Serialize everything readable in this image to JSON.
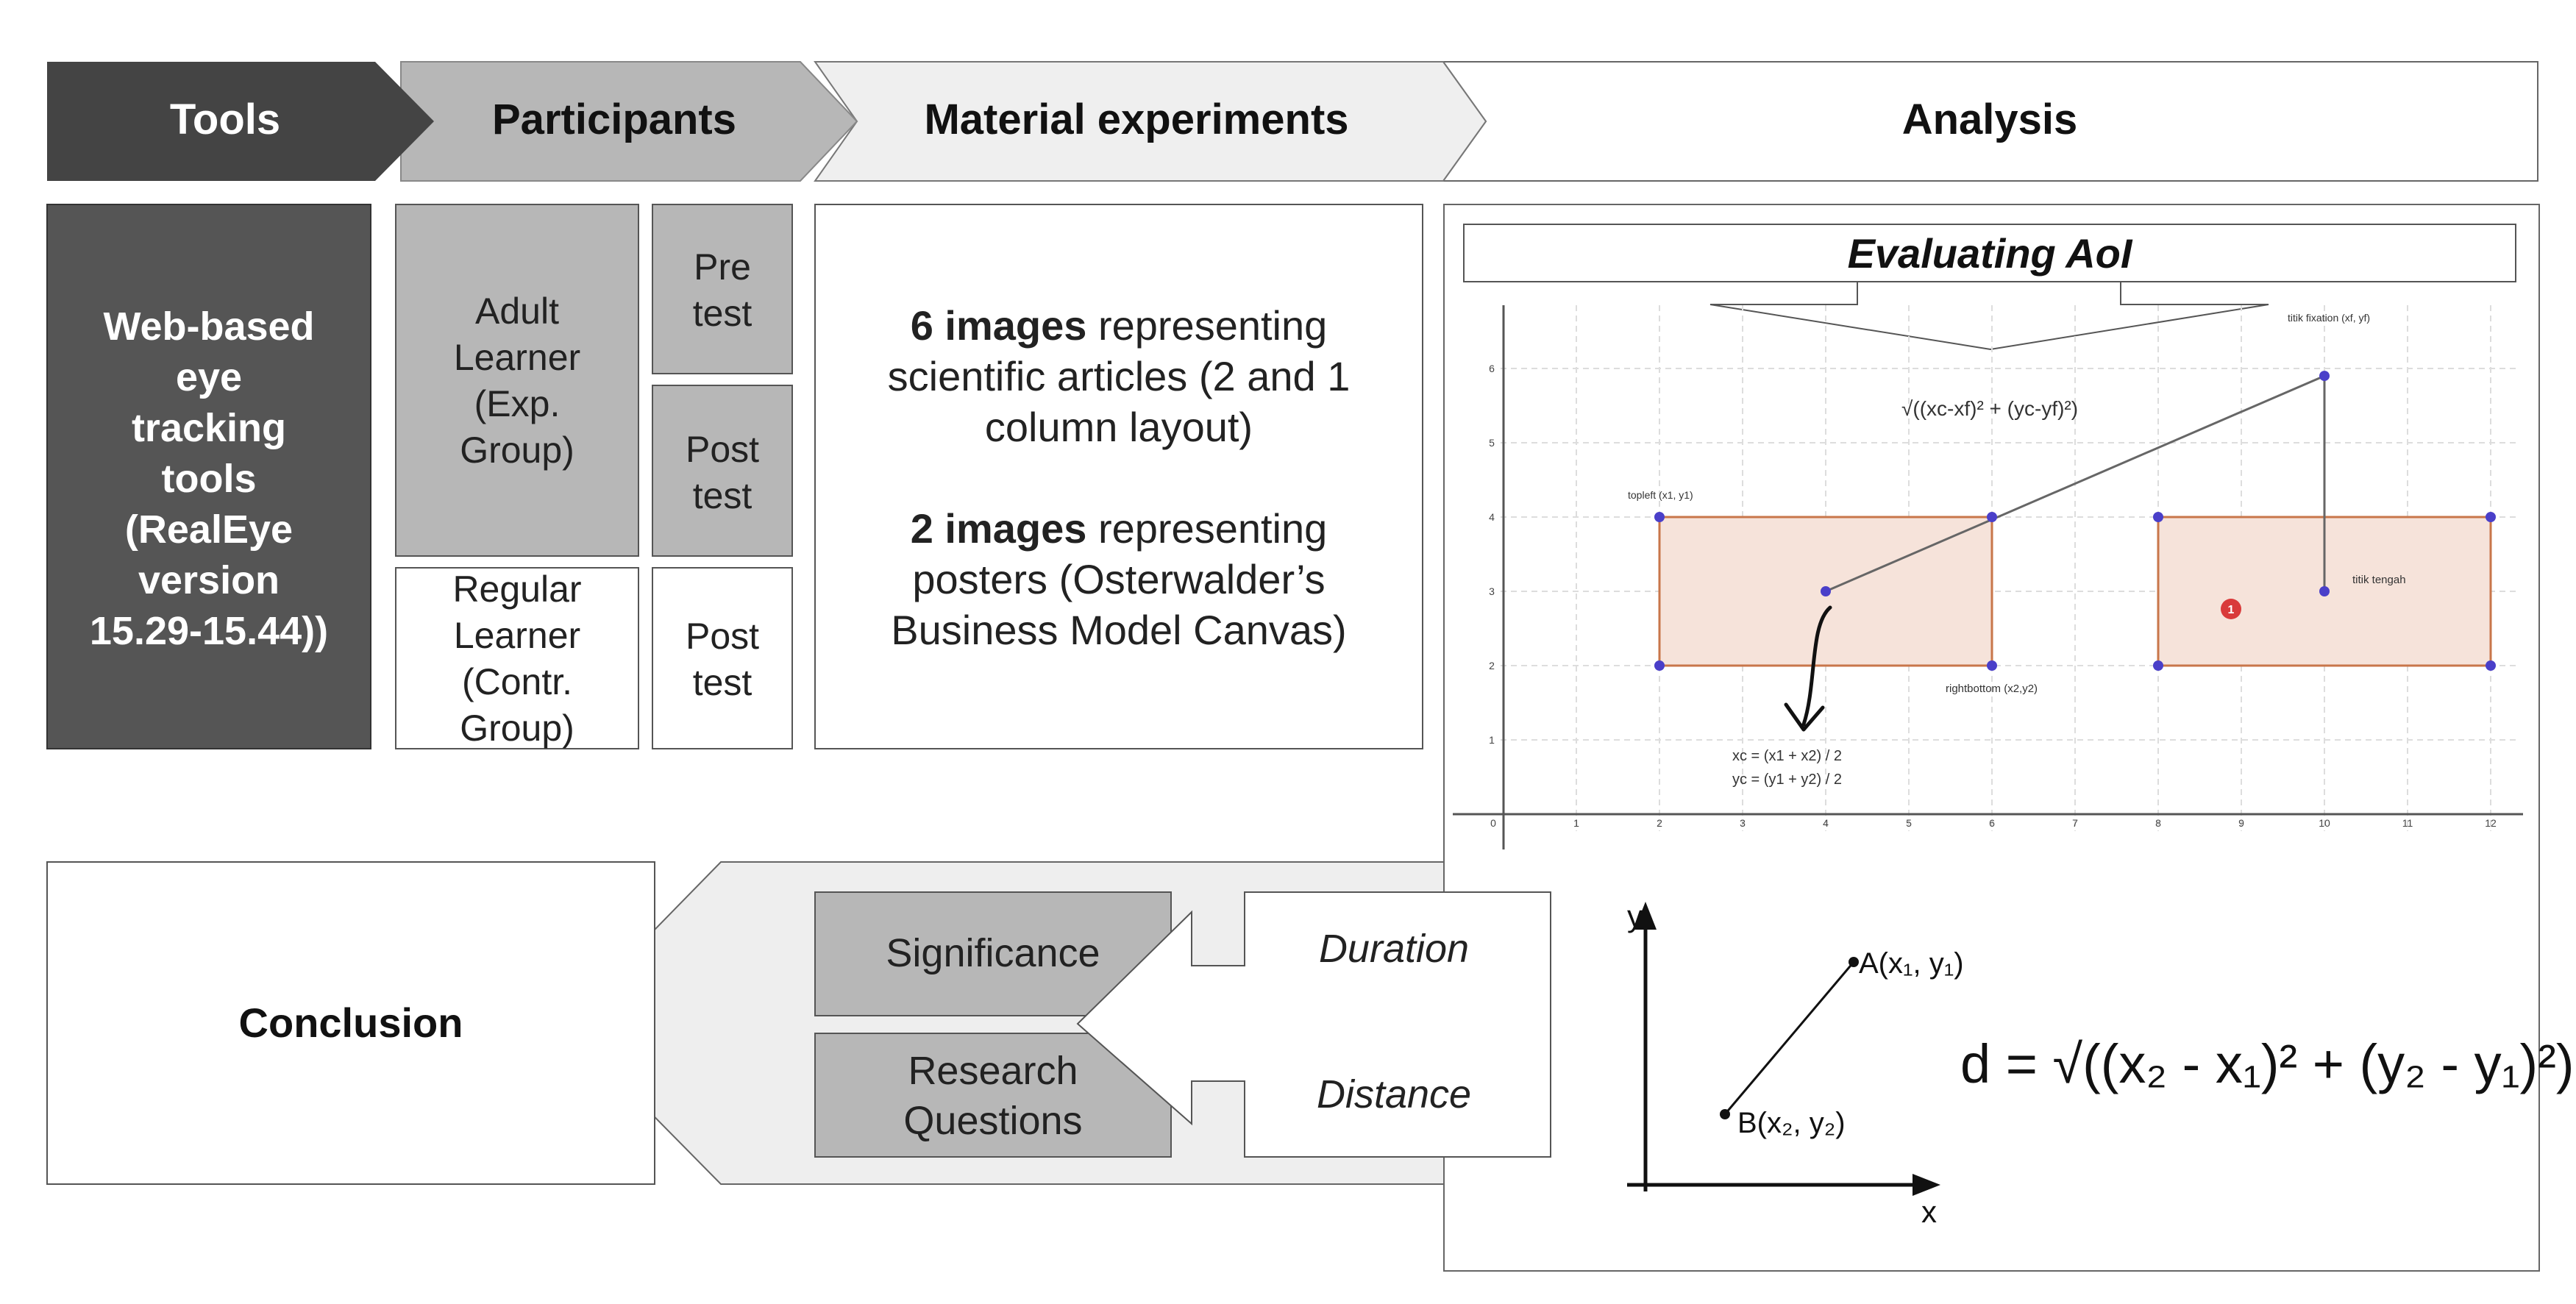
{
  "header": {
    "tools": "Tools",
    "participants": "Participants",
    "material": "Material experiments",
    "analysis": "Analysis"
  },
  "tools_box": {
    "lines": [
      "Web-based",
      "eye",
      "tracking",
      "tools",
      "(RealEye",
      "version",
      "15.29-15.44))"
    ]
  },
  "participants": {
    "adult": [
      "Adult",
      "Learner",
      "(Exp.",
      "Group)"
    ],
    "regular": [
      "Regular",
      "Learner",
      "(Contr.",
      "Group)"
    ],
    "pre_test": [
      "Pre",
      "test"
    ],
    "post_test_exp": [
      "Post",
      "test"
    ],
    "post_test_contr": [
      "Post",
      "test"
    ]
  },
  "material": {
    "p1_bold": "6 images",
    "p1_line1_rest": " representing",
    "p1_line2": "scientific articles (2 and 1",
    "p1_line3": "column layout)",
    "p2_bold": "2 images",
    "p2_line1_rest": " representing",
    "p2_line2": "posters (Osterwalder’s",
    "p2_line3": "Business Model Canvas)"
  },
  "analysis": {
    "aoi_title": "Evaluating AoI",
    "formula_top": "√((xc-xf)² + (yc-yf)²)",
    "label_topleft": "topleft (x1, y1)",
    "label_rightbottom": "rightbottom (x2,y2)",
    "label_fixation": "titik fixation (xf, yf)",
    "label_tengah": "titik tengah",
    "badge": "1",
    "xc_formula": "xc = (x1 + x2) / 2",
    "yc_formula": "yc = (y1 + y2) / 2",
    "x_ticks": [
      "0",
      "1",
      "2",
      "3",
      "4",
      "5",
      "6",
      "7",
      "8",
      "9",
      "10",
      "11",
      "12"
    ],
    "y_ticks": [
      "1",
      "2",
      "3",
      "4",
      "5",
      "6"
    ],
    "axis_y": "y",
    "axis_x": "x",
    "point_a": "A(x₁, y₁)",
    "point_b": "B(x₂, y₂)",
    "distance_formula": "d = √((x₂ - x₁)² + (y₂ - y₁)²)"
  },
  "bottom": {
    "conclusion": "Conclusion",
    "significance": "Significance",
    "research_questions": [
      "Research",
      "Questions"
    ],
    "duration": "Duration",
    "distance": "Distance"
  },
  "colors": {
    "dark": "#555555",
    "mid": "#b7b7b7",
    "light": "#efefef",
    "aoi_fill": "#f6e3da",
    "aoi_stroke": "#c8764a",
    "point": "#4a3fc9",
    "badge": "#d93a3a"
  }
}
